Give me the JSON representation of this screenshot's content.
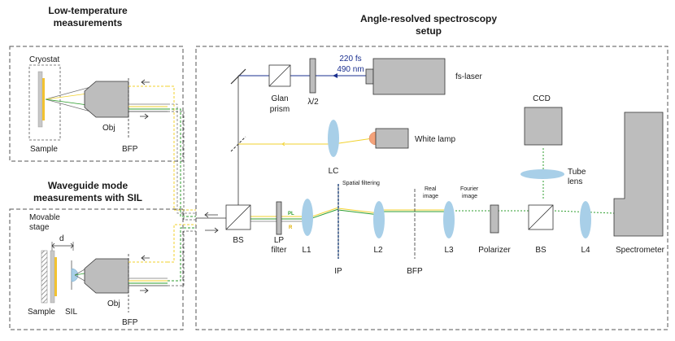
{
  "sections": {
    "low_temp": [
      "Low-temperature",
      "measurements"
    ],
    "waveguide": [
      "Waveguide mode",
      "measurements with SIL"
    ],
    "angle_resolved": [
      "Angle-resolved spectroscopy",
      "setup"
    ]
  },
  "labels": {
    "cryostat": "Cryostat",
    "sample_top": "Sample",
    "obj_top": "Obj",
    "bfp_top": "BFP",
    "movable_stage": [
      "Movable",
      "stage"
    ],
    "d": "d",
    "sample_bottom": "Sample",
    "sil": "SIL",
    "obj_bottom": "Obj",
    "bfp_bottom": "BFP",
    "glan_prism": [
      "Glan",
      "prism"
    ],
    "half_wave": "λ/2",
    "pulse_duration": "220 fs",
    "wavelength": "490 nm",
    "fs_laser": "fs-laser",
    "lc": "LC",
    "white_lamp": "White lamp",
    "ccd": "CCD",
    "tube_lens": [
      "Tube",
      "lens"
    ],
    "spectrometer": "Spectrometer",
    "bs_left": "BS",
    "lp_filter": [
      "LP",
      "filter"
    ],
    "l1": "L1",
    "ip": "IP",
    "spatial_filtering": "Spatial filtering",
    "pl": "PL",
    "r": "R",
    "l2": "L2",
    "bfp_mid": "BFP",
    "real_image": [
      "Real",
      "image"
    ],
    "fourier_image": [
      "Fourier",
      "image"
    ],
    "l3": "L3",
    "polarizer": "Polarizer",
    "bs_right": "BS",
    "l4": "L4"
  },
  "colors": {
    "laser": "#1a2f8f",
    "white_light": "#f2d22e",
    "pl": "#2e9e2e",
    "lens": "#a8cfe8",
    "component": "#bdbdbd"
  }
}
